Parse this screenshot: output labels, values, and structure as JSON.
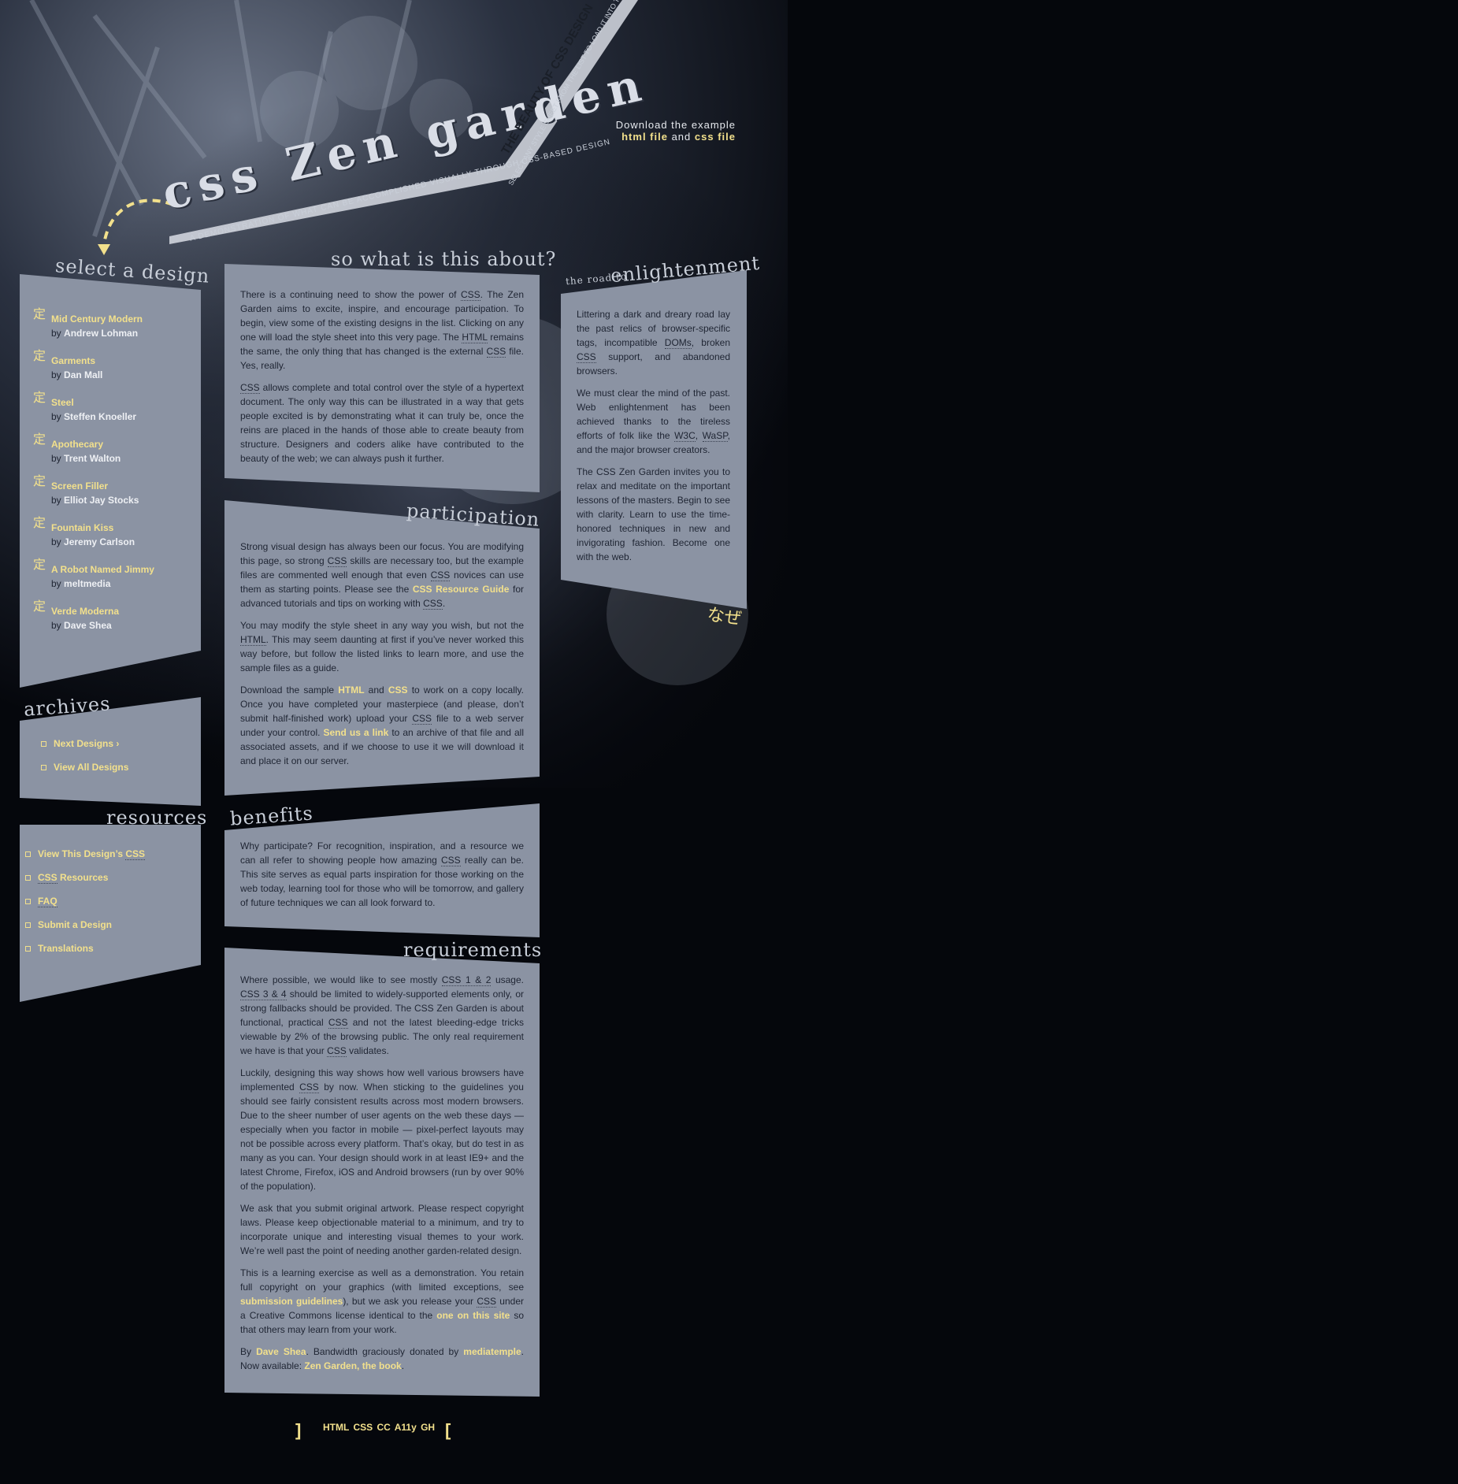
{
  "header": {
    "title": "css Zen garden",
    "tagline": "A DEMONSTRATION OF WHAT CAN BE ACCOMPLISHED VISUALLY THROUGH CSS-BASED DESIGN",
    "beauty": "THE BEAUTY OF CSS DESIGN",
    "beauty_sub": "SELECT ANY STYLE SHEET FROM THE LIST TO LOAD IT INTO THIS PAGE",
    "download_text": "Download the example",
    "html_file": "html file",
    "and": "and",
    "css_file": "css file"
  },
  "select": {
    "heading": "select a design",
    "items": [
      {
        "name": "Mid Century Modern",
        "by": "by",
        "author": "Andrew Lohman"
      },
      {
        "name": "Garments",
        "by": "by",
        "author": "Dan Mall"
      },
      {
        "name": "Steel",
        "by": "by",
        "author": "Steffen Knoeller"
      },
      {
        "name": "Apothecary",
        "by": "by",
        "author": "Trent Walton"
      },
      {
        "name": "Screen Filler",
        "by": "by",
        "author": "Elliot Jay Stocks"
      },
      {
        "name": "Fountain Kiss",
        "by": "by",
        "author": "Jeremy Carlson"
      },
      {
        "name": "A Robot Named Jimmy",
        "by": "by",
        "author": "meltmedia"
      },
      {
        "name": "Verde Moderna",
        "by": "by",
        "author": "Dave Shea"
      }
    ],
    "glyph": "定"
  },
  "archives": {
    "heading": "archives",
    "next": "Next Designs ›",
    "all": "View All Designs"
  },
  "resources": {
    "heading": "resources",
    "view_prefix": "View This Design’s ",
    "css": "CSS",
    "css_resources": " Resources",
    "faq": "FAQ",
    "submit": "Submit a Design",
    "translations": "Translations"
  },
  "about": {
    "heading": "so what is this about?",
    "p1a": "There is a continuing need to show the power of ",
    "p1b": ". The Zen Garden aims to excite, inspire, and encourage participation. To begin, view some of the existing designs in the list. Clicking on any one will load the style sheet into this very page. The ",
    "p1c": " remains the same, the only thing that has changed is the external ",
    "p1d": " file. Yes, really.",
    "p2b": " allows complete and total control over the style of a hypertext document. The only way this can be illustrated in a way that gets people excited is by demonstrating what it can truly be, once the reins are placed in the hands of those able to create beauty from structure. Designers and coders alike have contributed to the beauty of the web; we can always push it further.",
    "css": "CSS",
    "html": "HTML"
  },
  "participation": {
    "heading": "participation",
    "p1a": "Strong visual design has always been our focus. You are modifying this page, so strong ",
    "p1b": " skills are necessary too, but the example files are commented well enough that even ",
    "p1c": " novices can use them as starting points. Please see the ",
    "p1link": "CSS Resource Guide",
    "p1d": " for advanced tutorials and tips on working with ",
    "p1e": ".",
    "p2a": "You may modify the style sheet in any way you wish, but not the ",
    "p2b": ". This may seem daunting at first if you’ve never worked this way before, but follow the listed links to learn more, and use the sample files as a guide.",
    "p3a": "Download the sample ",
    "p3html": "HTML",
    "p3and": " and ",
    "p3css": "CSS",
    "p3b": " to work on a copy locally. Once you have completed your masterpiece (and please, don’t submit half-finished work) upload your ",
    "p3c": " file to a web server under your control. ",
    "p3link": "Send us a link",
    "p3d": " to an archive of that file and all associated assets, and if we choose to use it we will download it and place it on our server.",
    "css": "CSS",
    "html": "HTML"
  },
  "benefits": {
    "heading": "benefits",
    "p1a": "Why participate? For recognition, inspiration, and a resource we can all refer to showing people how amazing ",
    "p1b": " really can be. This site serves as equal parts inspiration for those working on the web today, learning tool for those who will be tomorrow, and gallery of future techniques we can all look forward to.",
    "css": "CSS"
  },
  "requirements": {
    "heading": "requirements",
    "p1a": "Where possible, we would like to see mostly ",
    "p1abbr1": "CSS 1 & 2",
    "p1b": " usage. ",
    "p1abbr2": "CSS 3 & 4",
    "p1c": " should be limited to widely-supported elements only, or strong fallbacks should be provided. The CSS Zen Garden is about functional, practical ",
    "p1d": " and not the latest bleeding-edge tricks viewable by 2% of the browsing public. The only real requirement we have is that your ",
    "p1e": " validates.",
    "p2a": "Luckily, designing this way shows how well various browsers have implemented ",
    "p2b": " by now. When sticking to the guidelines you should see fairly consistent results across most modern browsers. Due to the sheer number of user agents on the web these days — especially when you factor in mobile — pixel-perfect layouts may not be possible across every platform. That’s okay, but do test in as many as you can. Your design should work in at least IE9+ and the latest Chrome, Firefox, iOS and Android browsers (run by over 90% of the population).",
    "p3": "We ask that you submit original artwork. Please respect copyright laws. Please keep objectionable material to a minimum, and try to incorporate unique and interesting visual themes to your work. We’re well past the point of needing another garden-related design.",
    "p4a": "This is a learning exercise as well as a demonstration. You retain full copyright on your graphics (with limited exceptions, see ",
    "p4link1": "submission guidelines",
    "p4b": "), but we ask you release your ",
    "p4c": " under a Creative Commons license identical to the ",
    "p4link2": "one on this site",
    "p4d": " so that others may learn from your work.",
    "p5a": "By ",
    "p5link1": "Dave Shea",
    "p5b": ". Bandwidth graciously donated by ",
    "p5link2": "mediatemple",
    "p5c": ". Now available: ",
    "p5link3": "Zen Garden, the book",
    "p5d": ".",
    "css": "CSS"
  },
  "enlightenment": {
    "heading_small": "the road to",
    "heading": "enlightenment",
    "p1a": "Littering a dark and dreary road lay the past relics of browser-specific tags, incompatible ",
    "doms": "DOMs",
    "p1b": ", broken ",
    "css": "CSS",
    "p1c": " support, and abandoned browsers.",
    "p2a": "We must clear the mind of the past. Web enlightenment has been achieved thanks to the tireless efforts of folk like the ",
    "w3c": "W3C",
    "p2b": ", ",
    "wasp": "WaSP",
    "p2c": ", and the major browser creators.",
    "p3": "The CSS Zen Garden invites you to relax and meditate on the important lessons of the masters. Begin to see with clarity. Learn to use the time-honored techniques in new and invigorating fashion. Become one with the web.",
    "naze": "なぜ"
  },
  "footer": {
    "html": "HTML",
    "css": "CSS",
    "cc": "CC",
    "a11y": "A11y",
    "gh": "GH",
    "left_bracket": "]",
    "right_bracket": "["
  },
  "colors": {
    "background": "#05070c",
    "panel": "#8b93a3",
    "link": "#f2e08c",
    "text": "#1f2533"
  }
}
